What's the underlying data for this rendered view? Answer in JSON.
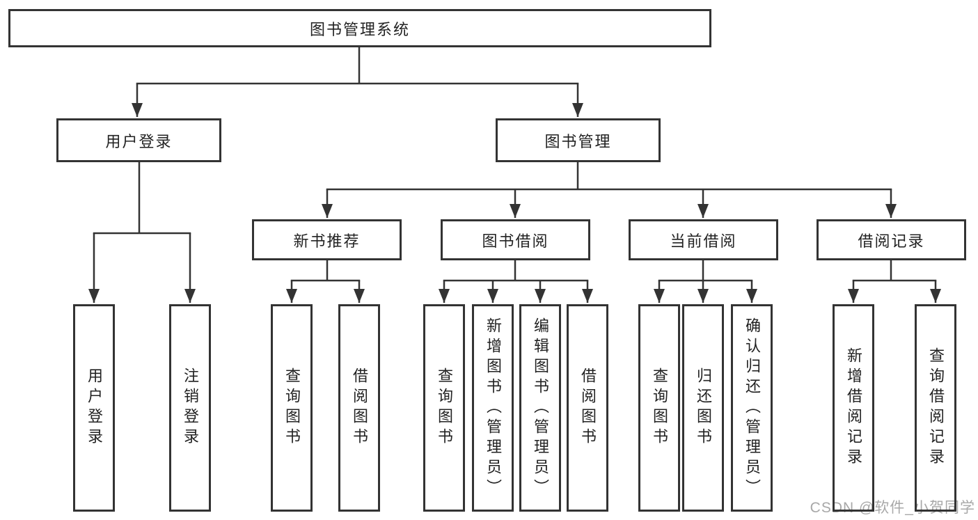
{
  "tree": {
    "root": "图书管理系统",
    "branches": [
      {
        "label": "用户登录",
        "children": [
          "用户登录",
          "注销登录"
        ]
      },
      {
        "label": "图书管理",
        "groups": [
          {
            "label": "新书推荐",
            "children": [
              "查询图书",
              "借阅图书"
            ]
          },
          {
            "label": "图书借阅",
            "children": [
              "查询图书",
              "新增图书（管理员）",
              "编辑图书（管理员）",
              "借阅图书"
            ]
          },
          {
            "label": "当前借阅",
            "children": [
              "查询图书",
              "归还图书",
              "确认归还（管理员）"
            ]
          },
          {
            "label": "借阅记录",
            "children": [
              "新增借阅记录",
              "查询借阅记录"
            ]
          }
        ]
      }
    ]
  },
  "watermark": "CSDN @软件_小贺同学",
  "colors": {
    "line": "#333333",
    "text": "#222222",
    "watermark": "#a8a8a8",
    "background": "#ffffff"
  }
}
